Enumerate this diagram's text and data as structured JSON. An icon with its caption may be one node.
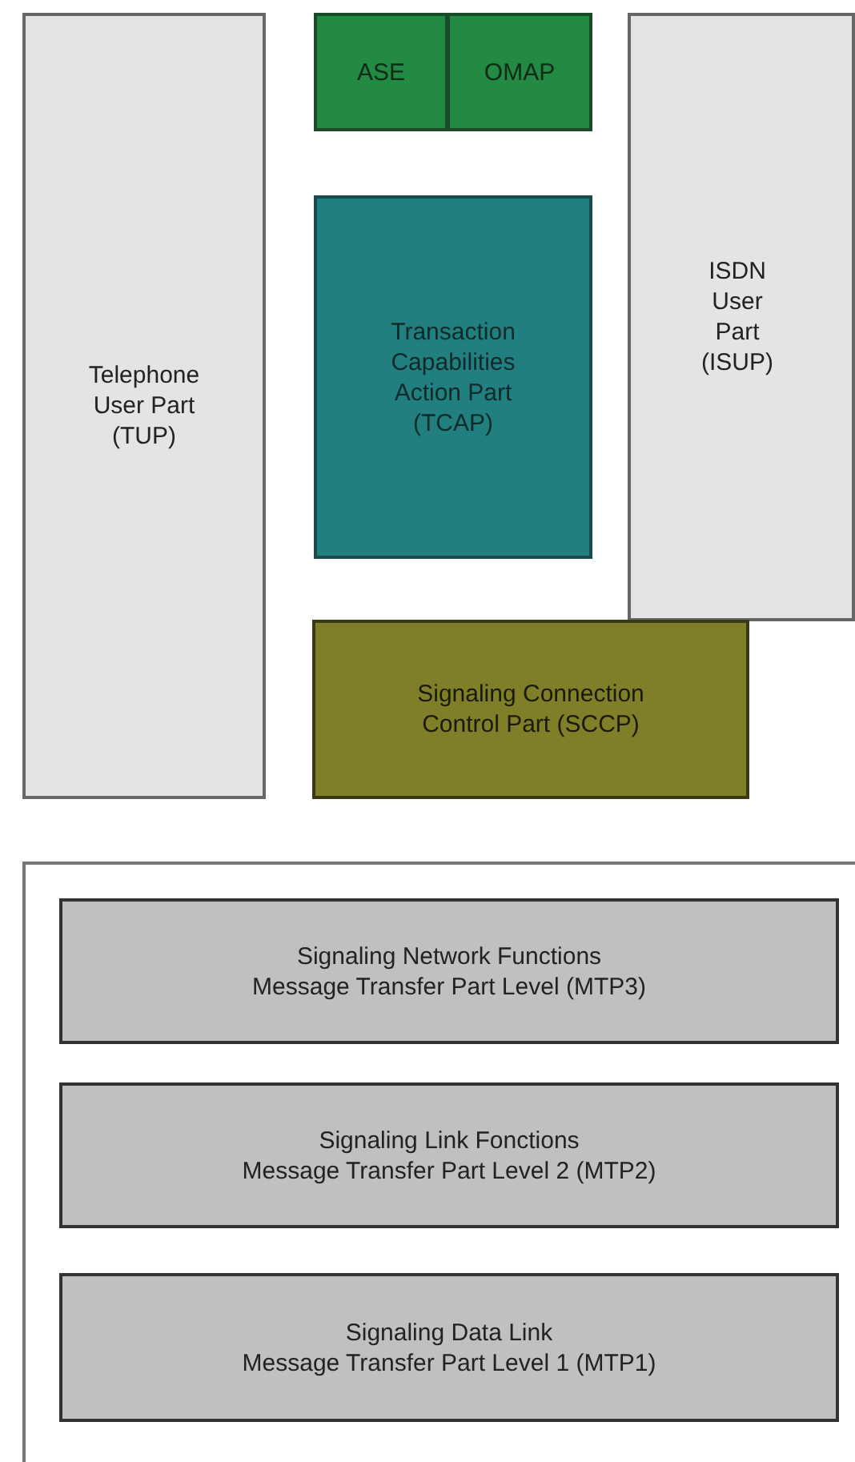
{
  "diagram": {
    "nodes": [
      {
        "text": [
          "Telephone User Part (TUP)"
        ]
      },
      {
        "text": [
          "ASE"
        ]
      },
      {
        "text": [
          "OMAP"
        ]
      },
      {
        "text": [
          "Transaction Capabilities Action Part (TCAP)"
        ]
      },
      {
        "text": [
          "ISDN User Part (ISUP)"
        ]
      },
      {
        "text": [
          "Signaling Connection Control Part (SCCP)"
        ]
      },
      {
        "text": [],
        "shape": "box"
      },
      {
        "text": [
          "Signaling Network Functions",
          "Message Transfer Part Level  (MTP3)"
        ],
        "in": 6
      },
      {
        "text": [
          "Signaling Link Fonctions",
          "Message Transfer Part Level 2  (MTP2)"
        ],
        "in": 6
      },
      {
        "text": [
          "Signaling Data Link",
          "Message Transfer Part Level 1 (MTP1)"
        ],
        "in": 6
      }
    ]
  }
}
